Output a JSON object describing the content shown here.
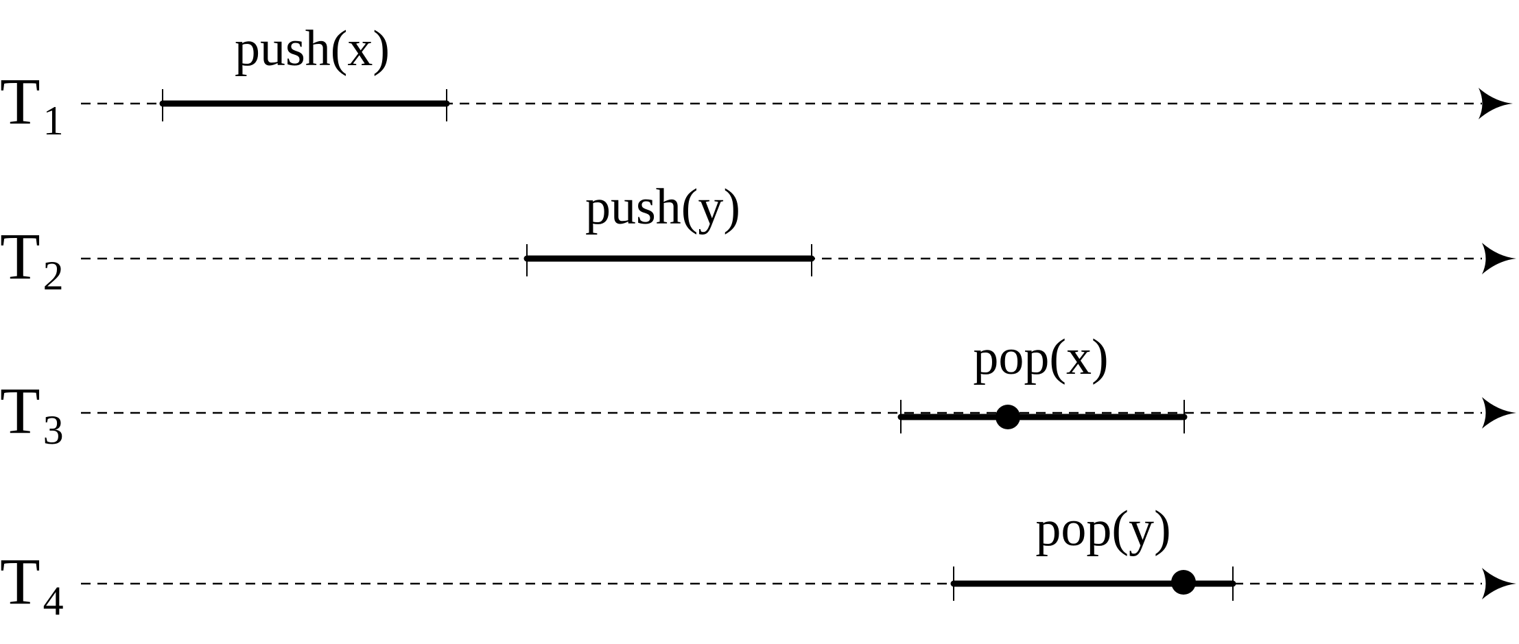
{
  "threads": [
    {
      "name": "T",
      "sub": "1",
      "op": "push(x)",
      "linearization_point": false
    },
    {
      "name": "T",
      "sub": "2",
      "op": "push(y)",
      "linearization_point": false
    },
    {
      "name": "T",
      "sub": "3",
      "op": "pop(x)",
      "linearization_point": true
    },
    {
      "name": "T",
      "sub": "4",
      "op": "pop(y)",
      "linearization_point": true
    }
  ],
  "colors": {
    "ink": "#000000",
    "background": "#ffffff"
  }
}
